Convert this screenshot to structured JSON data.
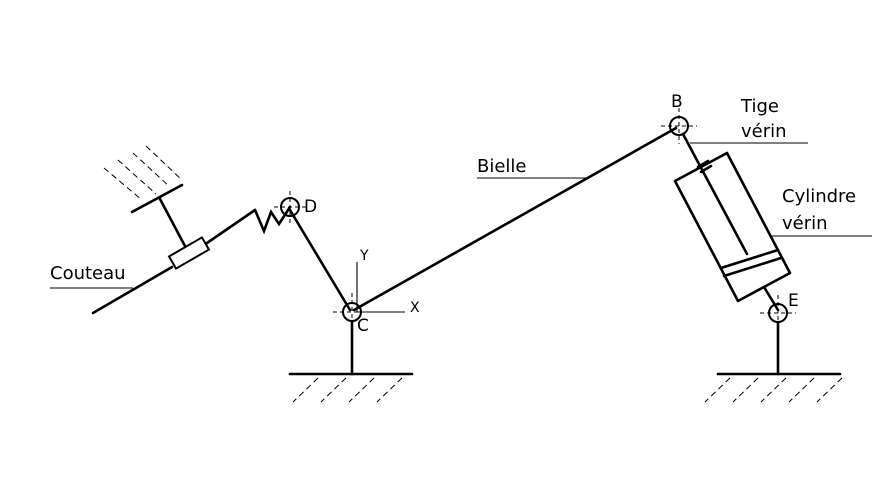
{
  "labels": {
    "couteau": "Couteau",
    "bielle": "Bielle",
    "tige_line1": "Tige",
    "tige_line2": "vérin",
    "cylindre_line1": "Cylindre",
    "cylindre_line2": "vérin"
  },
  "points": {
    "B": "B",
    "C": "C",
    "D": "D",
    "E": "E"
  },
  "axes": {
    "x": "X",
    "y": "Y"
  }
}
